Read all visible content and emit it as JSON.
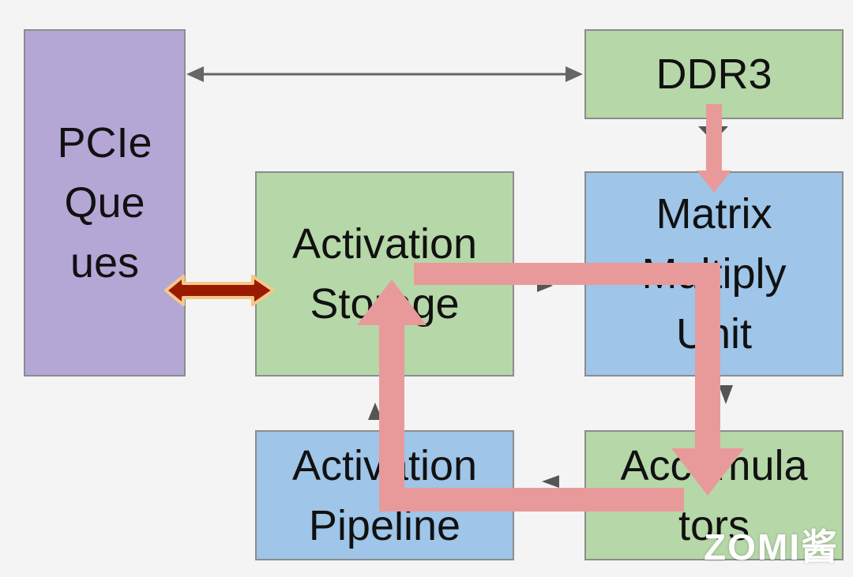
{
  "blocks": {
    "pcie": {
      "lines": [
        "PCIe",
        "Que",
        "ues"
      ]
    },
    "ddr3": {
      "lines": [
        "DDR3"
      ]
    },
    "activation_storage": {
      "lines": [
        "Activation",
        "Storage"
      ]
    },
    "matrix_multiply": {
      "lines": [
        "Matrix",
        "Multiply",
        "Unit"
      ]
    },
    "activation_pipeline": {
      "lines": [
        "Activation",
        "Pipeline"
      ]
    },
    "accumulators": {
      "lines": [
        "Accumula",
        "tors"
      ]
    }
  },
  "watermark": "ZOMI酱",
  "colors": {
    "green": "#b6d7a8",
    "blue": "#9fc5e8",
    "purple": "#b4a7d6",
    "highlight_arrow": "#e89a9a",
    "pcie_arrow": "#9b1b00",
    "connector": "#666666"
  }
}
